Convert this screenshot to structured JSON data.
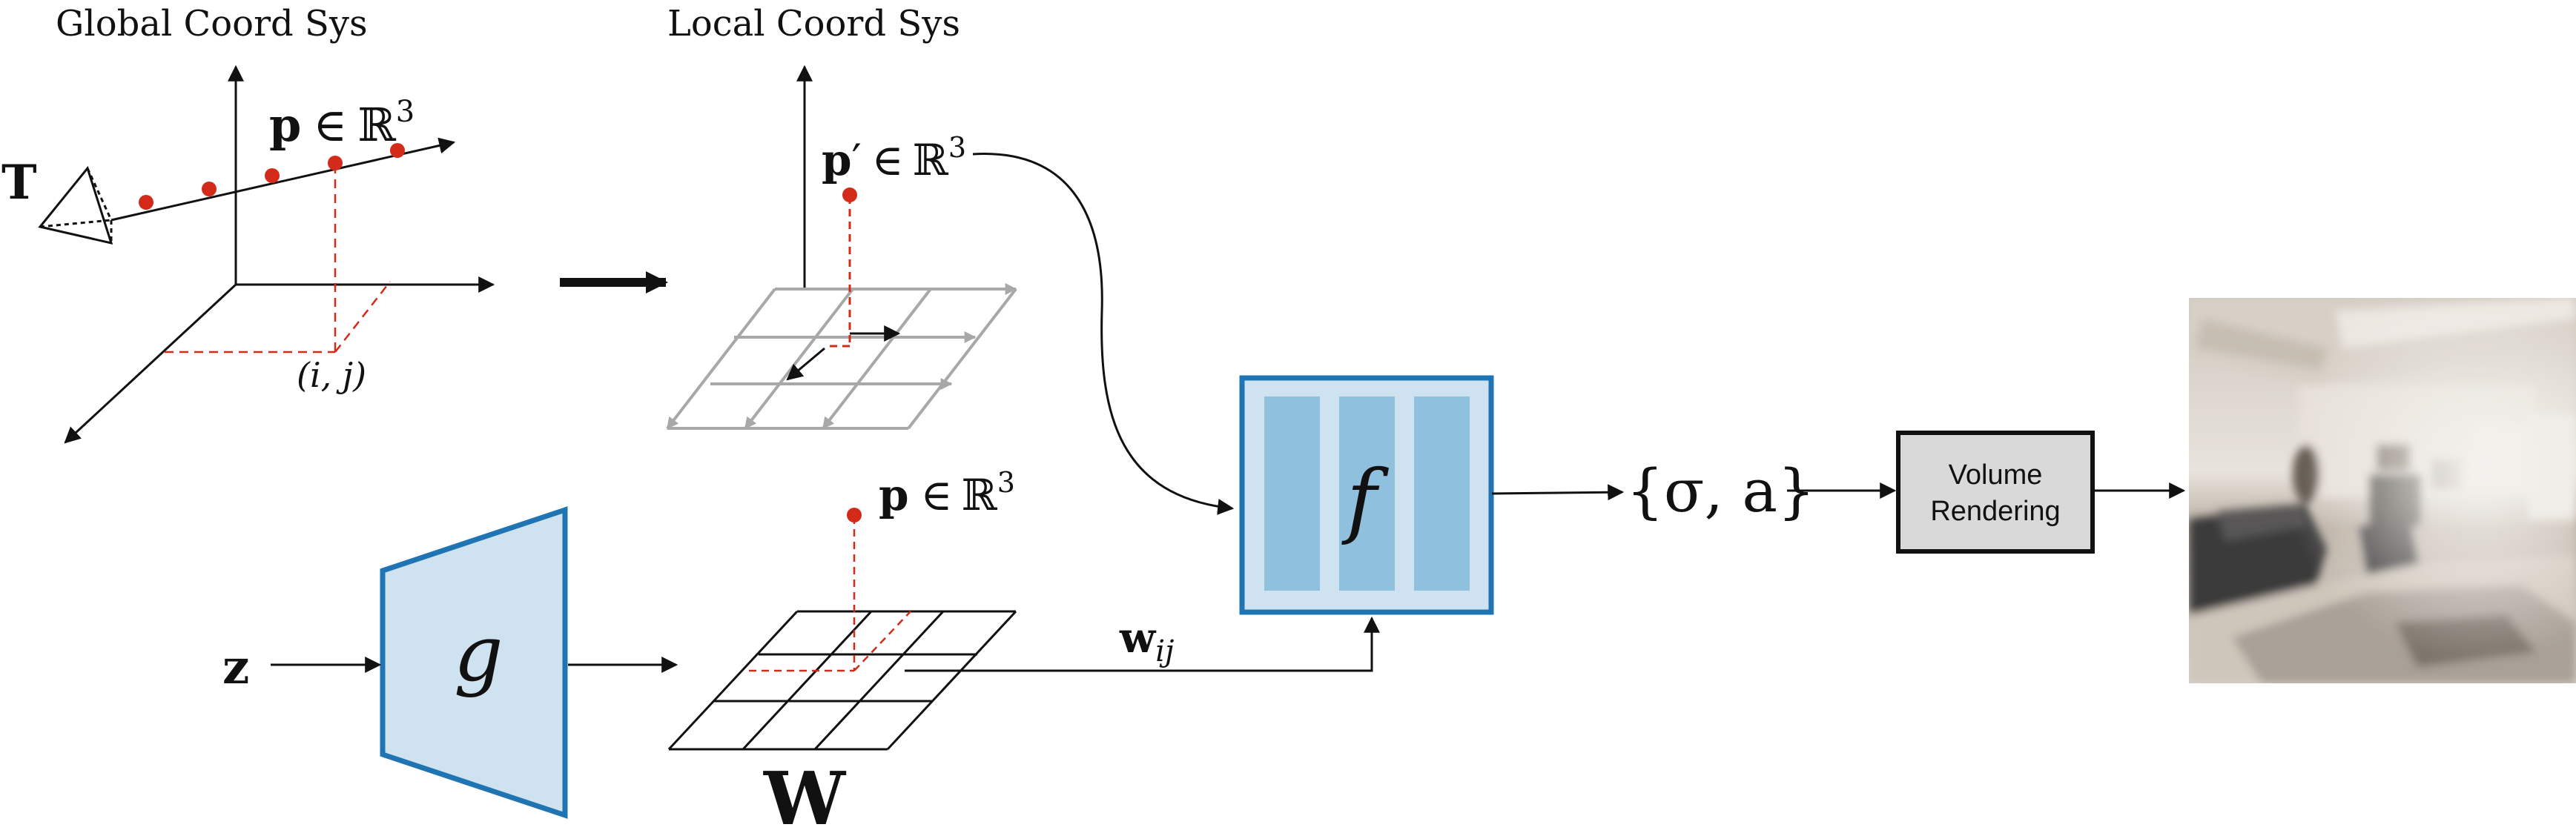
{
  "titles": {
    "global": "Global Coord Sys",
    "local": "Local Coord Sys"
  },
  "math": {
    "T": "T",
    "p": "p",
    "elem": "∈",
    "reals": "ℝ",
    "cube": "3",
    "prime": "′",
    "ij": "(i, j)",
    "z": "z",
    "g": "g",
    "f": "f",
    "W": "W",
    "w": "w",
    "w_sub": "ij",
    "sigma_a": "{σ, a}"
  },
  "volume_rendering": {
    "line1": "Volume",
    "line2": "Rendering"
  },
  "colors": {
    "accent_blue": "#1f74b4",
    "block_fill": "#cfe2f0",
    "bar_fill": "#8fc0de",
    "point_red": "#d42a1a",
    "grid_gray": "#a8a8a8",
    "box_gray": "#d9d9d9"
  }
}
